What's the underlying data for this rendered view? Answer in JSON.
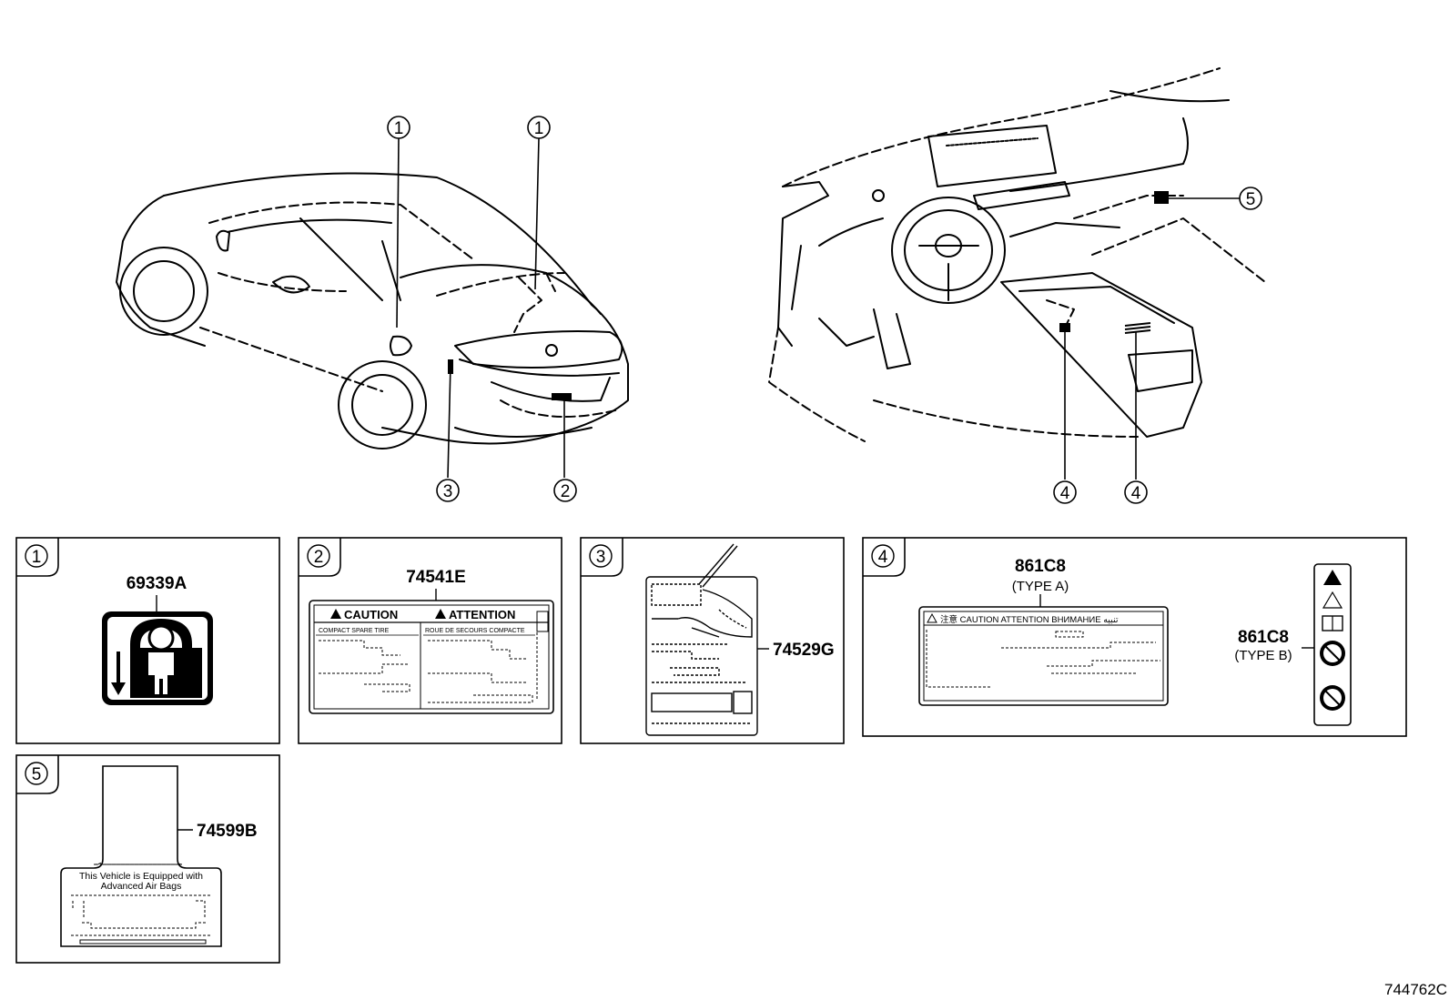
{
  "figure_id": "744762C",
  "callouts": {
    "top_left": [
      "1",
      "1",
      "3",
      "2"
    ],
    "top_right": [
      "5",
      "4",
      "4"
    ]
  },
  "panels": [
    {
      "index": "1",
      "part_numbers": [
        "69339A"
      ]
    },
    {
      "index": "2",
      "part_numbers": [
        "74541E"
      ],
      "label_text": {
        "caution": "CAUTION",
        "attention": "ATTENTION",
        "left_sub": "COMPACT SPARE TIRE",
        "right_sub": "ROUE DE SECOURS COMPACTE"
      }
    },
    {
      "index": "3",
      "part_numbers": [
        "74529G"
      ]
    },
    {
      "index": "4",
      "part_numbers": [
        "861C8",
        "861C8"
      ],
      "types": [
        "(TYPE A)",
        "(TYPE B)"
      ],
      "label_text": {
        "header": "注意  CAUTION  ATTENTION  ВНИМАНИЕ  تنبيه"
      }
    },
    {
      "index": "5",
      "part_numbers": [
        "74599B"
      ],
      "label_text": {
        "line1": "This Vehicle is Equipped with",
        "line2": "Advanced Air Bags"
      }
    }
  ]
}
